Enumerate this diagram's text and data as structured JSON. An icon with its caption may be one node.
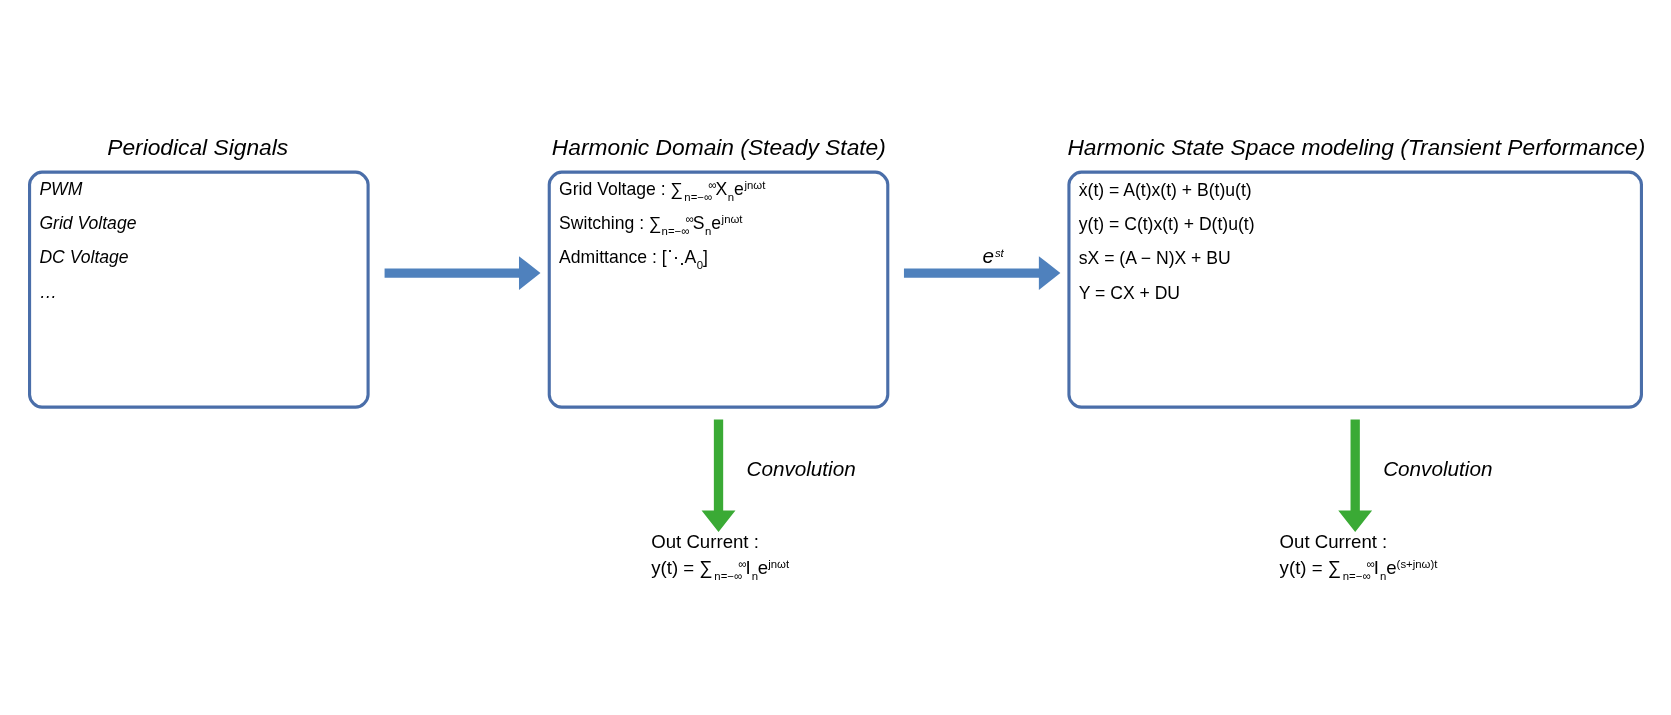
{
  "diagram": {
    "nodes": [
      {
        "text": [
          "Periodical Signals",
          "PWM",
          "Grid Voltage",
          "DC Voltage",
          "…"
        ]
      },
      {
        "text": [
          "Harmonic Domain (Steady State)",
          "Grid Voltage : ∑$_{n=−∞}$$^{∞}$X$_{n}$e$^{jnωt}$",
          "Switching : ∑$_{n=−∞}$$^{∞}$S$_{n}$e$^{jnωt}$",
          "Admittance : [⋱A$_{0}$]"
        ]
      },
      {
        "text": [
          "Harmonic State Space modeling (Transient Performance)",
          "ẋ(t) = A(t)x(t) + B(t)u(t)",
          "y(t) = C(t)x(t) + D(t)u(t)",
          "sX = (A − N)X + BU",
          "Y = CX + DU"
        ]
      },
      {
        "text": [
          "Out Current :",
          "y(t) = ∑$_{n=−∞}$$^{∞}$I$_{n}$e$^{jnωt}$"
        ]
      },
      {
        "text": [
          "Out Current :",
          "y(t) = ∑$_{n=−∞}$$^{∞}$I$_{n}$e$^{(s+jnω)t}$"
        ]
      }
    ],
    "edges": [
      {
        "from": 0,
        "to": 1,
        "arrow": "to",
        "color": "#4f81bd"
      },
      {
        "from": 1,
        "to": 2,
        "arrow": "to",
        "label": "e$^{st}$",
        "color": "#4f81bd"
      },
      {
        "from": 1,
        "to": 3,
        "arrow": "to",
        "label": "Convolution",
        "color": "#3aaa35"
      },
      {
        "from": 2,
        "to": 4,
        "arrow": "to",
        "label": "Convolution",
        "color": "#3aaa35"
      }
    ]
  }
}
